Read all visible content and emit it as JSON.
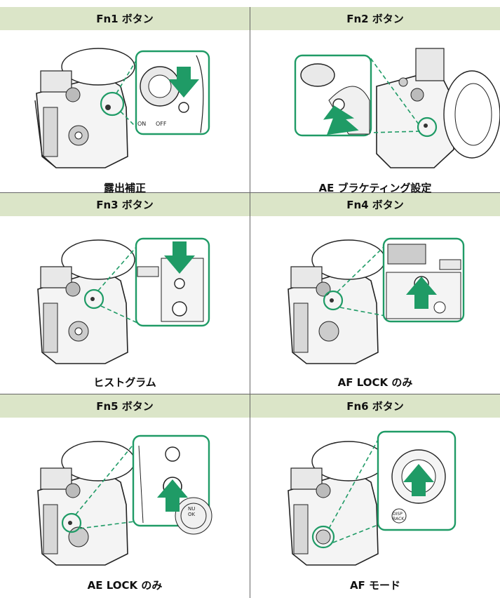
{
  "colors": {
    "header_bg": "#dbe5c8",
    "accent_green": "#1f9b66",
    "arrow_green": "#1f9b66"
  },
  "cells": [
    {
      "header": "Fn1 ボタン",
      "caption": "露出補正",
      "callout_labels": [
        "ON",
        "OFF"
      ]
    },
    {
      "header": "Fn2 ボタン",
      "caption": "AE ブラケティング設定"
    },
    {
      "header": "Fn3 ボタン",
      "caption": "ヒストグラム"
    },
    {
      "header": "Fn4 ボタン",
      "caption": "AF LOCK のみ"
    },
    {
      "header": "Fn5 ボタン",
      "caption": "AE LOCK のみ",
      "callout_labels": [
        "NU",
        "OK"
      ]
    },
    {
      "header": "Fn6 ボタン",
      "caption": "AF モード",
      "callout_labels": [
        "DISP",
        "BACK"
      ]
    }
  ]
}
